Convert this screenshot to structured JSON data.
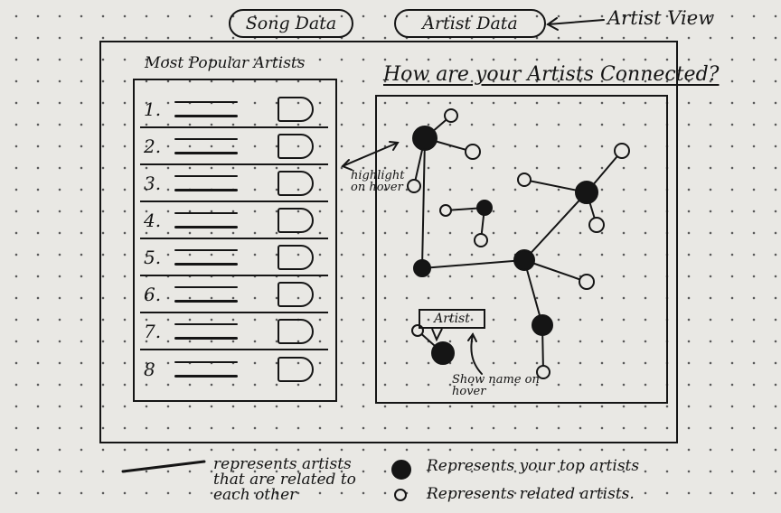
{
  "header": {
    "tabs": [
      {
        "label": "Song Data"
      },
      {
        "label": "Artist Data"
      }
    ],
    "view_label": "Artist View"
  },
  "artist_list": {
    "title": "Most Popular Artists",
    "ranks": [
      "1.",
      "2.",
      "3.",
      "4.",
      "5.",
      "6.",
      "7.",
      "8"
    ]
  },
  "graph": {
    "title": "How are your Artists Connected?",
    "tooltip_label": "Artist",
    "annotations": {
      "hover_highlight": "highlight on hover",
      "hover_name": "Show name on hover"
    }
  },
  "legend": {
    "line_text": "represents artists that are related to each other",
    "top_artist_text": "Represents your top artists",
    "related_artist_text": "Represents related artists."
  },
  "colors": {
    "ink": "#151515",
    "paper": "#e9e8e4"
  }
}
